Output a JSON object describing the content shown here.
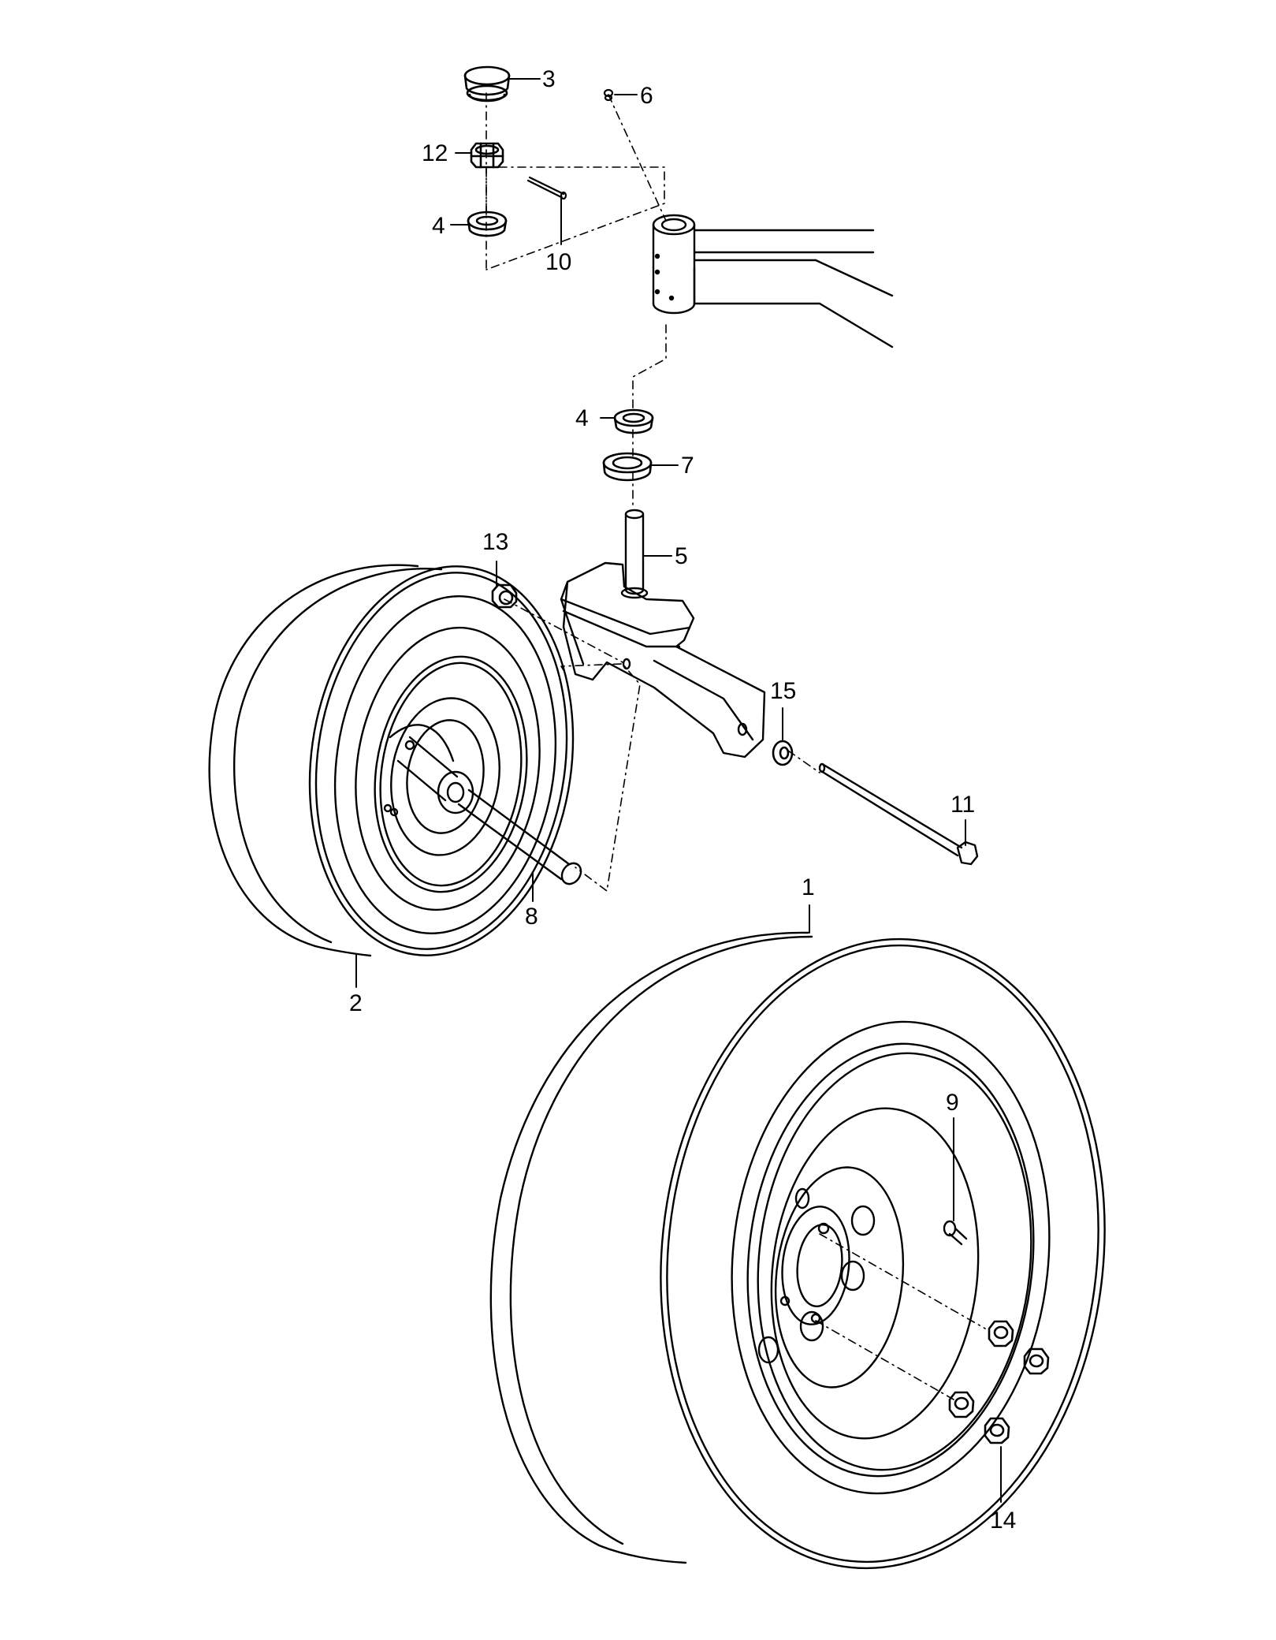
{
  "diagram": {
    "labels": [
      {
        "id": "p1",
        "text": "1"
      },
      {
        "id": "p2",
        "text": "2"
      },
      {
        "id": "p3",
        "text": "3"
      },
      {
        "id": "p4a",
        "text": "4"
      },
      {
        "id": "p4b",
        "text": "4"
      },
      {
        "id": "p5",
        "text": "5"
      },
      {
        "id": "p6",
        "text": "6"
      },
      {
        "id": "p7",
        "text": "7"
      },
      {
        "id": "p8",
        "text": "8"
      },
      {
        "id": "p9",
        "text": "9"
      },
      {
        "id": "p10",
        "text": "10"
      },
      {
        "id": "p11",
        "text": "11"
      },
      {
        "id": "p12",
        "text": "12"
      },
      {
        "id": "p13",
        "text": "13"
      },
      {
        "id": "p14",
        "text": "14"
      },
      {
        "id": "p15",
        "text": "15"
      }
    ]
  }
}
